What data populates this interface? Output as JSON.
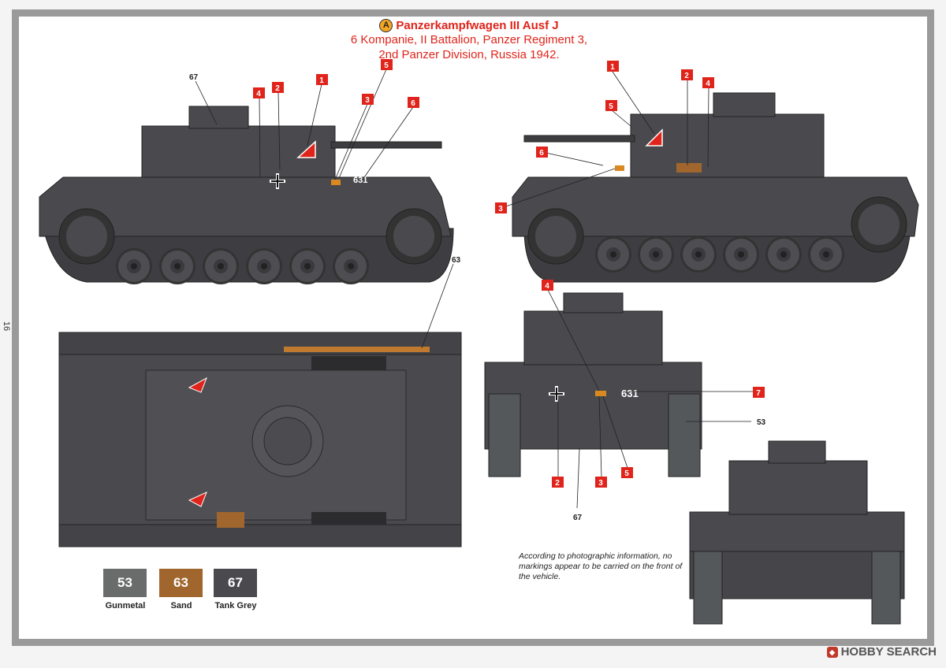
{
  "page_number": "16",
  "title": {
    "badge": "A",
    "main": "Panzerkampfwagen III Ausf J",
    "lines": [
      "6 Kompanie, II Battalion, Panzer Regiment 3,",
      "2nd Panzer Division, Russia 1942."
    ]
  },
  "colors": {
    "marker_red": "#e0241b",
    "tank_grey": "#4a4a4e",
    "gunmetal": "#6a6c6c",
    "sand": "#a0662e",
    "frame": "#9a9a9a"
  },
  "decal_markers": {
    "left_side": [
      "67",
      "4",
      "2",
      "1",
      "5",
      "3",
      "6"
    ],
    "right_side": [
      "1",
      "2",
      "4",
      "5",
      "6",
      "3"
    ],
    "top_view": [
      "63"
    ],
    "rear_view": [
      "4",
      "7",
      "53",
      "2",
      "3",
      "5",
      "67"
    ]
  },
  "hull_number": "631",
  "note": "According to photographic information, no markings appear to be carried on the front of the vehicle.",
  "swatches": [
    {
      "code": "53",
      "name": "Gunmetal",
      "color": "#6a6c6c"
    },
    {
      "code": "63",
      "name": "Sand",
      "color": "#a0662e"
    },
    {
      "code": "67",
      "name": "Tank Grey",
      "color": "#4a4a4e"
    }
  ],
  "watermark": {
    "icon": "hobby-search-logo-icon",
    "text": "HOBBY SEARCH"
  }
}
